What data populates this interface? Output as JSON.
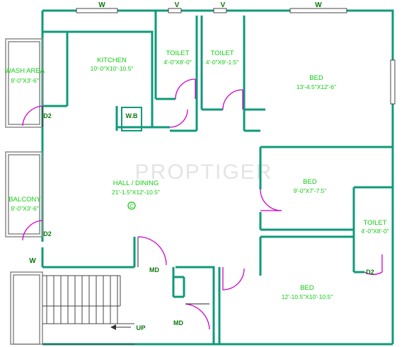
{
  "watermark": "PROPTIGER",
  "rooms": {
    "wash_area": {
      "name": "WASH AREA",
      "dims": "9'-0\"X3'-6\""
    },
    "kitchen": {
      "name": "KITCHEN",
      "dims": "10'-0\"X10'-10.5\""
    },
    "toilet_1": {
      "name": "TOILET",
      "dims": "4'-0\"X8'-0\""
    },
    "toilet_2": {
      "name": "TOILET",
      "dims": "4'-0\"X9'-1.5\""
    },
    "bed_1": {
      "name": "BED",
      "dims": "13'-4.5\"X12'-6\""
    },
    "hall": {
      "name": "HALL / DINING",
      "dims": "21'-1.5\"X12'-10.5\""
    },
    "bed_2": {
      "name": "BED",
      "dims": "9'-0\"X7'-7.5\""
    },
    "balcony": {
      "name": "BALCONY",
      "dims": "9'-0\"X3'-6\""
    },
    "toilet_3": {
      "name": "TOILET",
      "dims": "4'-0\"X8'-0\""
    },
    "bed_3": {
      "name": "BED",
      "dims": "12'-10.5\"X10'-10.5\""
    }
  },
  "labels": {
    "wb": "W.B",
    "window": "W",
    "ventilator": "V",
    "door_d2": "D2",
    "door_md": "MD",
    "up": "UP"
  },
  "colors": {
    "wall": "#0f9a7a",
    "label": "#11cc11",
    "door_arc": "#cc00cc"
  }
}
